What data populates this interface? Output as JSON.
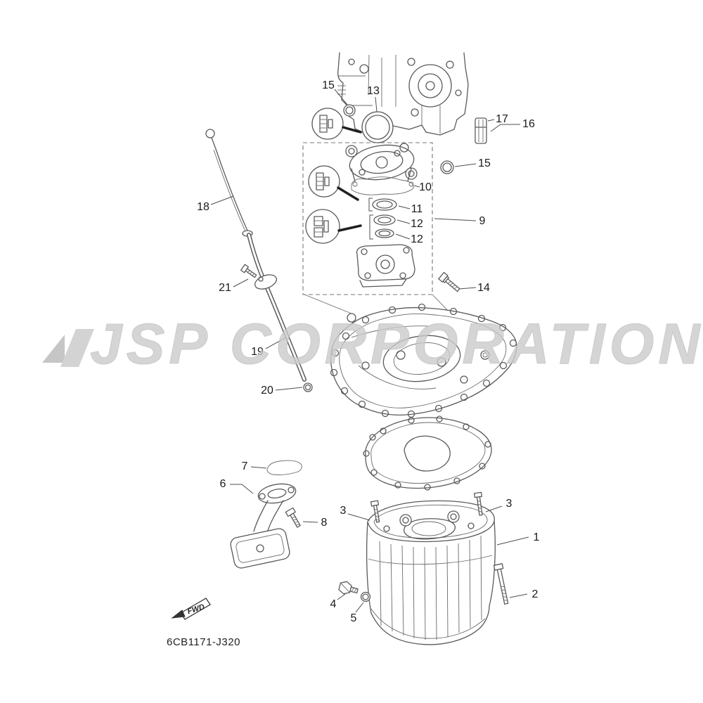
{
  "watermark": "JSP CORPORATION",
  "diagram_code": "6CB1171-J320",
  "fwd_label": "FWD",
  "colors": {
    "line_color": "#5a5a5a",
    "label_color": "#1a1a1a",
    "watermark_color": "#cbcbcb",
    "background": "#ffffff"
  },
  "labels": [
    {
      "n": "15"
    },
    {
      "n": "13"
    },
    {
      "n": "17"
    },
    {
      "n": "16"
    },
    {
      "n": "15"
    },
    {
      "n": "10"
    },
    {
      "n": "11"
    },
    {
      "n": "12"
    },
    {
      "n": "12"
    },
    {
      "n": "9"
    },
    {
      "n": "14"
    },
    {
      "n": "18"
    },
    {
      "n": "21"
    },
    {
      "n": "19"
    },
    {
      "n": "20"
    },
    {
      "n": "7"
    },
    {
      "n": "6"
    },
    {
      "n": "8"
    },
    {
      "n": "3"
    },
    {
      "n": "3"
    },
    {
      "n": "1"
    },
    {
      "n": "2"
    },
    {
      "n": "4"
    },
    {
      "n": "5"
    }
  ]
}
